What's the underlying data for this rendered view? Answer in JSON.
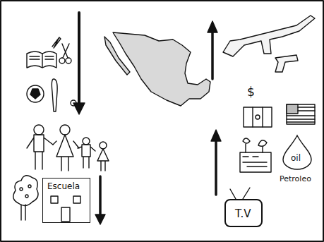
{
  "diagram": {
    "nodes": [
      {
        "text": [
          "Escuela"
        ]
      },
      {
        "text": [
          "oil",
          "Petroleo"
        ]
      },
      {
        "text": [
          "T.V"
        ]
      }
    ],
    "labels": [
      "$"
    ]
  }
}
